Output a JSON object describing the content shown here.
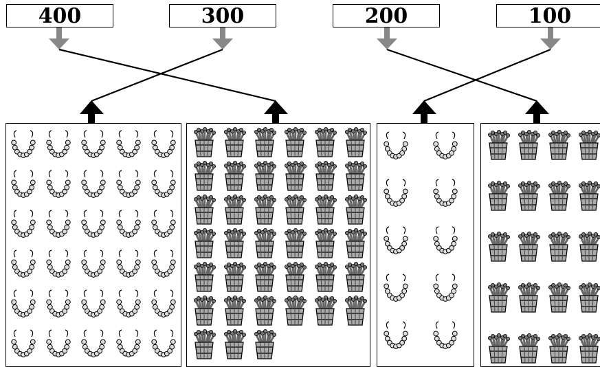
{
  "number_boxes": [
    "400",
    "300",
    "200",
    "100"
  ],
  "groups": [
    {
      "item": "necklace",
      "count": 30
    },
    {
      "item": "basket-of-sticks",
      "count": 39
    },
    {
      "item": "necklace",
      "count": 10
    },
    {
      "item": "basket-of-sticks",
      "count": 20
    }
  ],
  "colors": {
    "connector": "#000000",
    "number_arrow": "#888888",
    "group_arrow": "#000000"
  }
}
